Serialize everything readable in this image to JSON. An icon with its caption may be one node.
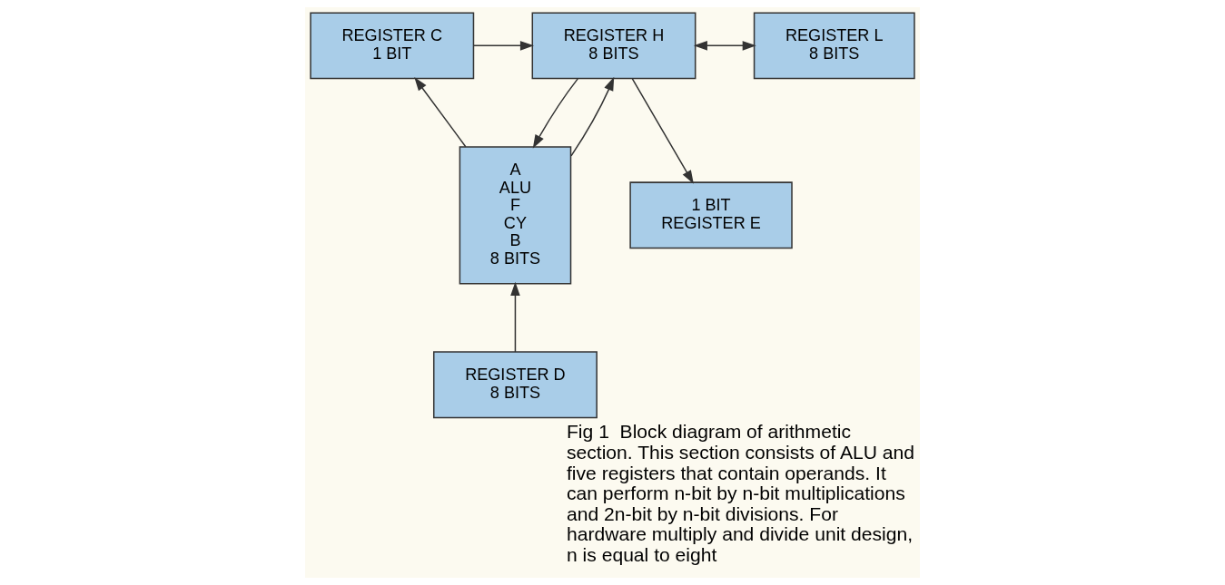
{
  "diagram": {
    "caption": "Fig 1  Block diagram of arithmetic section. This section consists of ALU and five registers that contain operands. It can perform n-bit by n-bit multiplications and 2n-bit by n-bit divisions. For hardware multiply and divide unit design, n is equal to eight",
    "nodes": [
      {
        "text": [
          "REGISTER C",
          "1 BIT"
        ]
      },
      {
        "text": [
          "REGISTER H",
          "8 BITS"
        ]
      },
      {
        "text": [
          "REGISTER L",
          "8 BITS"
        ]
      },
      {
        "text": [
          "1 BIT",
          "REGISTER E"
        ]
      },
      {
        "text": [
          "A",
          "ALU",
          "F",
          "CY",
          "B",
          "8 BITS"
        ]
      },
      {
        "text": [
          "REGISTER D",
          "8 BITS"
        ]
      }
    ],
    "edges": [
      {
        "from": 0,
        "to": 1,
        "arrow": "to"
      },
      {
        "from": 1,
        "to": 3,
        "arrow": "to"
      },
      {
        "from": 1,
        "to": 2,
        "arrow": "both"
      },
      {
        "from": 1,
        "to": 4,
        "arrow": "to"
      },
      {
        "from": 5,
        "to": 4,
        "arrow": "to"
      },
      {
        "from": 4,
        "to": 1,
        "arrow": "to"
      },
      {
        "from": 4,
        "to": 0,
        "arrow": "to"
      }
    ]
  }
}
